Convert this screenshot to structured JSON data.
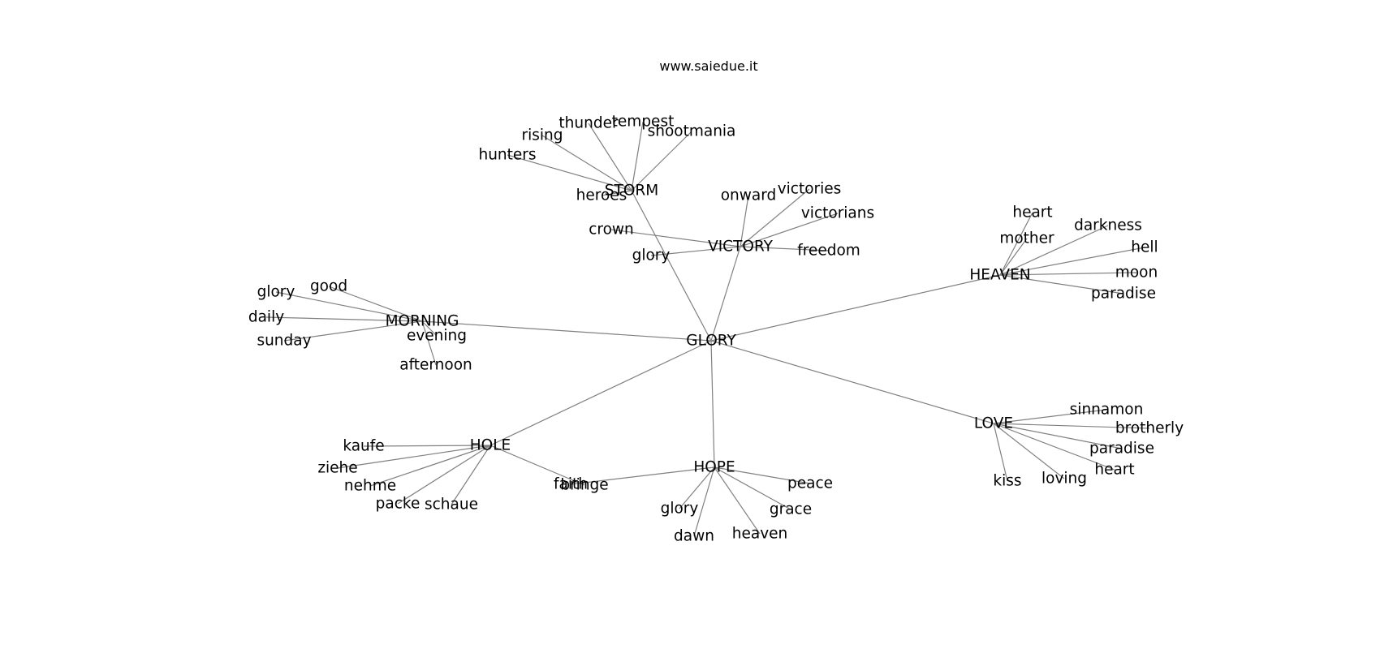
{
  "site_title": "www.saiedue.it",
  "center": {
    "label": "GLORY"
  },
  "hubs": [
    {
      "label": "STORM",
      "words": [
        "hunters",
        "rising",
        "thunder",
        "tempest",
        "shootmania",
        "heroes"
      ]
    },
    {
      "label": "VICTORY",
      "words": [
        "onward",
        "victories",
        "victorians",
        "crown",
        "glory",
        "freedom"
      ]
    },
    {
      "label": "HEAVEN",
      "words": [
        "heart",
        "darkness",
        "mother",
        "hell",
        "moon",
        "paradise"
      ]
    },
    {
      "label": "MORNING",
      "words": [
        "glory",
        "good",
        "daily",
        "sunday",
        "evening",
        "afternoon"
      ]
    },
    {
      "label": "HOLE",
      "words": [
        "kaufe",
        "ziehe",
        "nehme",
        "packe",
        "schaue",
        "bringe"
      ]
    },
    {
      "label": "HOPE",
      "words": [
        "faith",
        "peace",
        "glory",
        "grace",
        "dawn",
        "heaven"
      ]
    },
    {
      "label": "LOVE",
      "words": [
        "sinnamon",
        "brotherly",
        "paradise",
        "heart",
        "kiss",
        "loving"
      ]
    }
  ]
}
